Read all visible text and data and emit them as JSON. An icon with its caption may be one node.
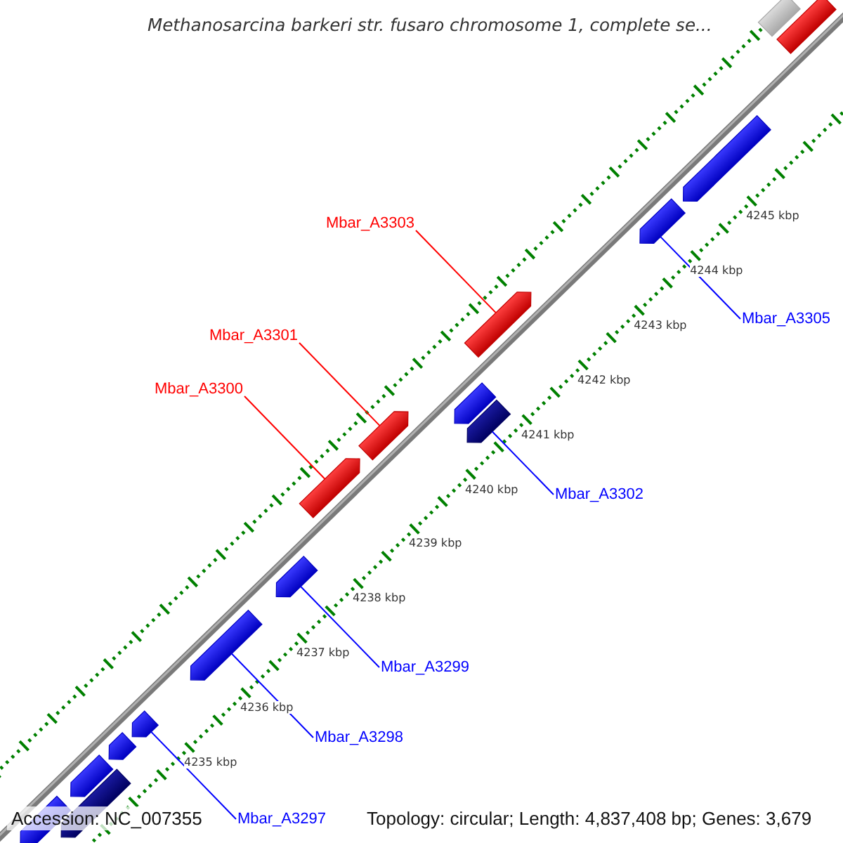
{
  "diagram": {
    "title": "Methanosarcina barkeri str. fusaro chromosome 1, complete se...",
    "nodes": [
      {
        "text": [
          "Mbar_A3303"
        ]
      },
      {
        "text": [
          "Mbar_A3301"
        ]
      },
      {
        "text": [
          "Mbar_A3300"
        ]
      },
      {
        "text": [
          "Mbar_A3305"
        ]
      },
      {
        "text": [
          "Mbar_A3302"
        ]
      },
      {
        "text": [
          "Mbar_A3299"
        ]
      },
      {
        "text": [
          "Mbar_A3298"
        ]
      },
      {
        "text": [
          "Mbar_A3297"
        ]
      },
      {
        "text": [],
        "shape": "bar"
      },
      {
        "text": [],
        "shape": "bar"
      },
      {
        "text": [],
        "shape": "bar"
      },
      {
        "text": [],
        "shape": "bar"
      },
      {
        "text": [],
        "shape": "bar"
      },
      {
        "text": [],
        "shape": "bar"
      },
      {
        "text": [],
        "shape": "bar"
      },
      {
        "text": [],
        "shape": "bar"
      },
      {
        "text": [],
        "shape": "bar"
      },
      {
        "text": [],
        "shape": "bar"
      },
      {
        "text": [],
        "shape": "bar"
      },
      {
        "text": [],
        "shape": "bar"
      },
      {
        "text": [],
        "shape": "bar"
      },
      {
        "text": [],
        "shape": "bar"
      },
      {
        "text": [],
        "shape": "bar"
      },
      {
        "text": [],
        "shape": "bar"
      }
    ],
    "edges": [
      {
        "from": 0,
        "to": 19,
        "arrow": "none",
        "color": "#ff0000"
      },
      {
        "from": 1,
        "to": 16,
        "arrow": "none",
        "color": "#ff0000"
      },
      {
        "from": 2,
        "to": 15,
        "arrow": "none",
        "color": "#ff0000"
      },
      {
        "from": 3,
        "to": 20,
        "arrow": "none"
      },
      {
        "from": 4,
        "to": 17,
        "arrow": "none"
      },
      {
        "from": 5,
        "to": 14,
        "arrow": "none"
      },
      {
        "from": 6,
        "to": 13,
        "arrow": "none"
      },
      {
        "from": 7,
        "to": 12,
        "arrow": "none"
      }
    ],
    "labels": [
      "4245 kbp",
      "4244 kbp",
      "4243 kbp",
      "4242 kbp",
      "4241 kbp",
      "4240 kbp",
      "4239 kbp",
      "4238 kbp",
      "4237 kbp",
      "4236 kbp",
      "4235 kbp",
      "Accession: NC_007355",
      "Topology: circular; Length: 4,837,408 bp; Genes: 3,679"
    ]
  }
}
